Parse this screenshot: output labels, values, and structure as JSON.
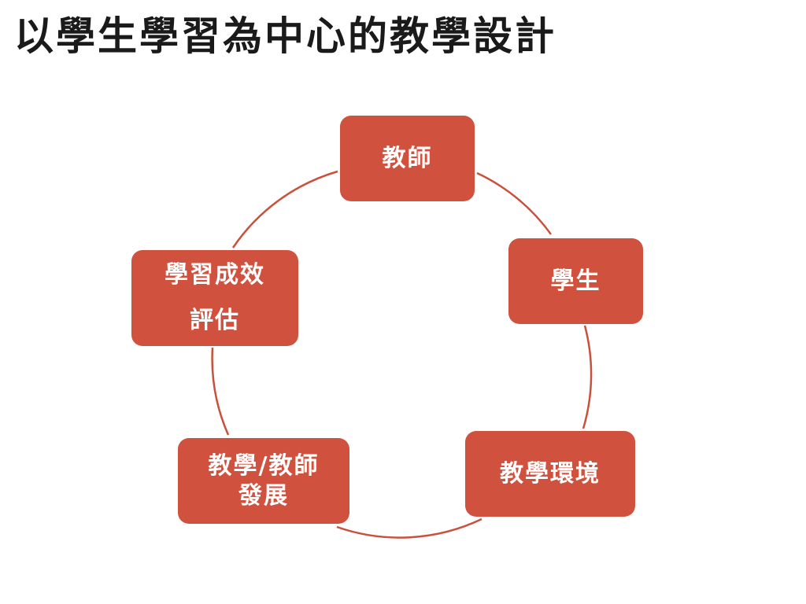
{
  "title": "以學生學習為中心的教學設計",
  "colors": {
    "node_fill": "#d0523e",
    "node_text": "#ffffff",
    "connector": "#c9513c",
    "title_text": "#1a1a1a"
  },
  "diagram": {
    "type": "cycle",
    "nodes": [
      {
        "id": "teacher",
        "lines": [
          "教師"
        ]
      },
      {
        "id": "student",
        "lines": [
          "學生"
        ]
      },
      {
        "id": "environment",
        "lines": [
          "教學環境"
        ]
      },
      {
        "id": "development",
        "lines": [
          "教學/教師",
          "發展"
        ]
      },
      {
        "id": "assessment",
        "lines": [
          "學習成效",
          "評估"
        ]
      }
    ]
  }
}
